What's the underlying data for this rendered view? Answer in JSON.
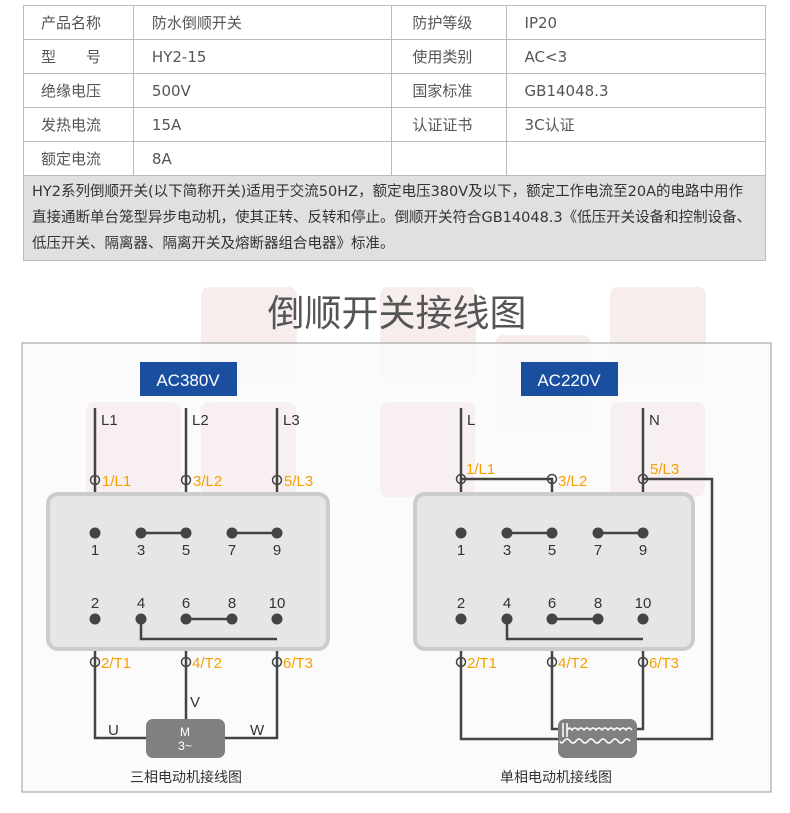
{
  "spec_table": {
    "rows": [
      {
        "label": "产品名称",
        "value": "防水倒顺开关",
        "label2": "防护等级",
        "value2": "IP20"
      },
      {
        "label": "型　　号",
        "value": "HY2-15",
        "label2": "使用类别",
        "value2": "AC<3"
      },
      {
        "label": "绝缘电压",
        "value": "500V",
        "label2": "国家标准",
        "value2": "GB14048.3"
      },
      {
        "label": "发热电流",
        "value": "15A",
        "label2": "认证证书",
        "value2": "3C认证"
      },
      {
        "label": "额定电流",
        "value": "8A",
        "label2": "",
        "value2": ""
      }
    ],
    "description": "HY2系列倒顺开关(以下简称开关)适用于交流50HZ，额定电压380V及以下，额定工作电流至20A的电路中用作直接通断单台笼型异步电动机，使其正转、反转和停止。倒顺开关符合GB14048.3《低压开关设备和控制设备、低压开关、隔离器、隔离开关及熔断器组合电器》标准。"
  },
  "diagram": {
    "title": "倒顺开关接线图",
    "colors": {
      "badge": "#1a4fa0",
      "label": "#f5a000",
      "wire": "#444444",
      "box": "#e6e6e6"
    },
    "left": {
      "badge": "AC380V",
      "inputs": [
        "L1",
        "L2",
        "L3"
      ],
      "top_terminals": [
        "1/L1",
        "3/L2",
        "5/L3"
      ],
      "top_numbers": [
        "1",
        "3",
        "5",
        "7",
        "9"
      ],
      "bottom_numbers": [
        "2",
        "4",
        "6",
        "8",
        "10"
      ],
      "bottom_terminals": [
        "2/T1",
        "4/T2",
        "6/T3"
      ],
      "phases": [
        "U",
        "V",
        "W"
      ],
      "motor": [
        "M",
        "3~"
      ],
      "caption": "三相电动机接线图"
    },
    "right": {
      "badge": "AC220V",
      "inputs": [
        "L",
        "N"
      ],
      "top_terminals": [
        "1/L1",
        "3/L2",
        "5/L3"
      ],
      "top_numbers": [
        "1",
        "3",
        "5",
        "7",
        "9"
      ],
      "bottom_numbers": [
        "2",
        "4",
        "6",
        "8",
        "10"
      ],
      "bottom_terminals": [
        "2/T1",
        "4/T2",
        "6/T3"
      ],
      "caption": "单相电动机接线图"
    }
  }
}
